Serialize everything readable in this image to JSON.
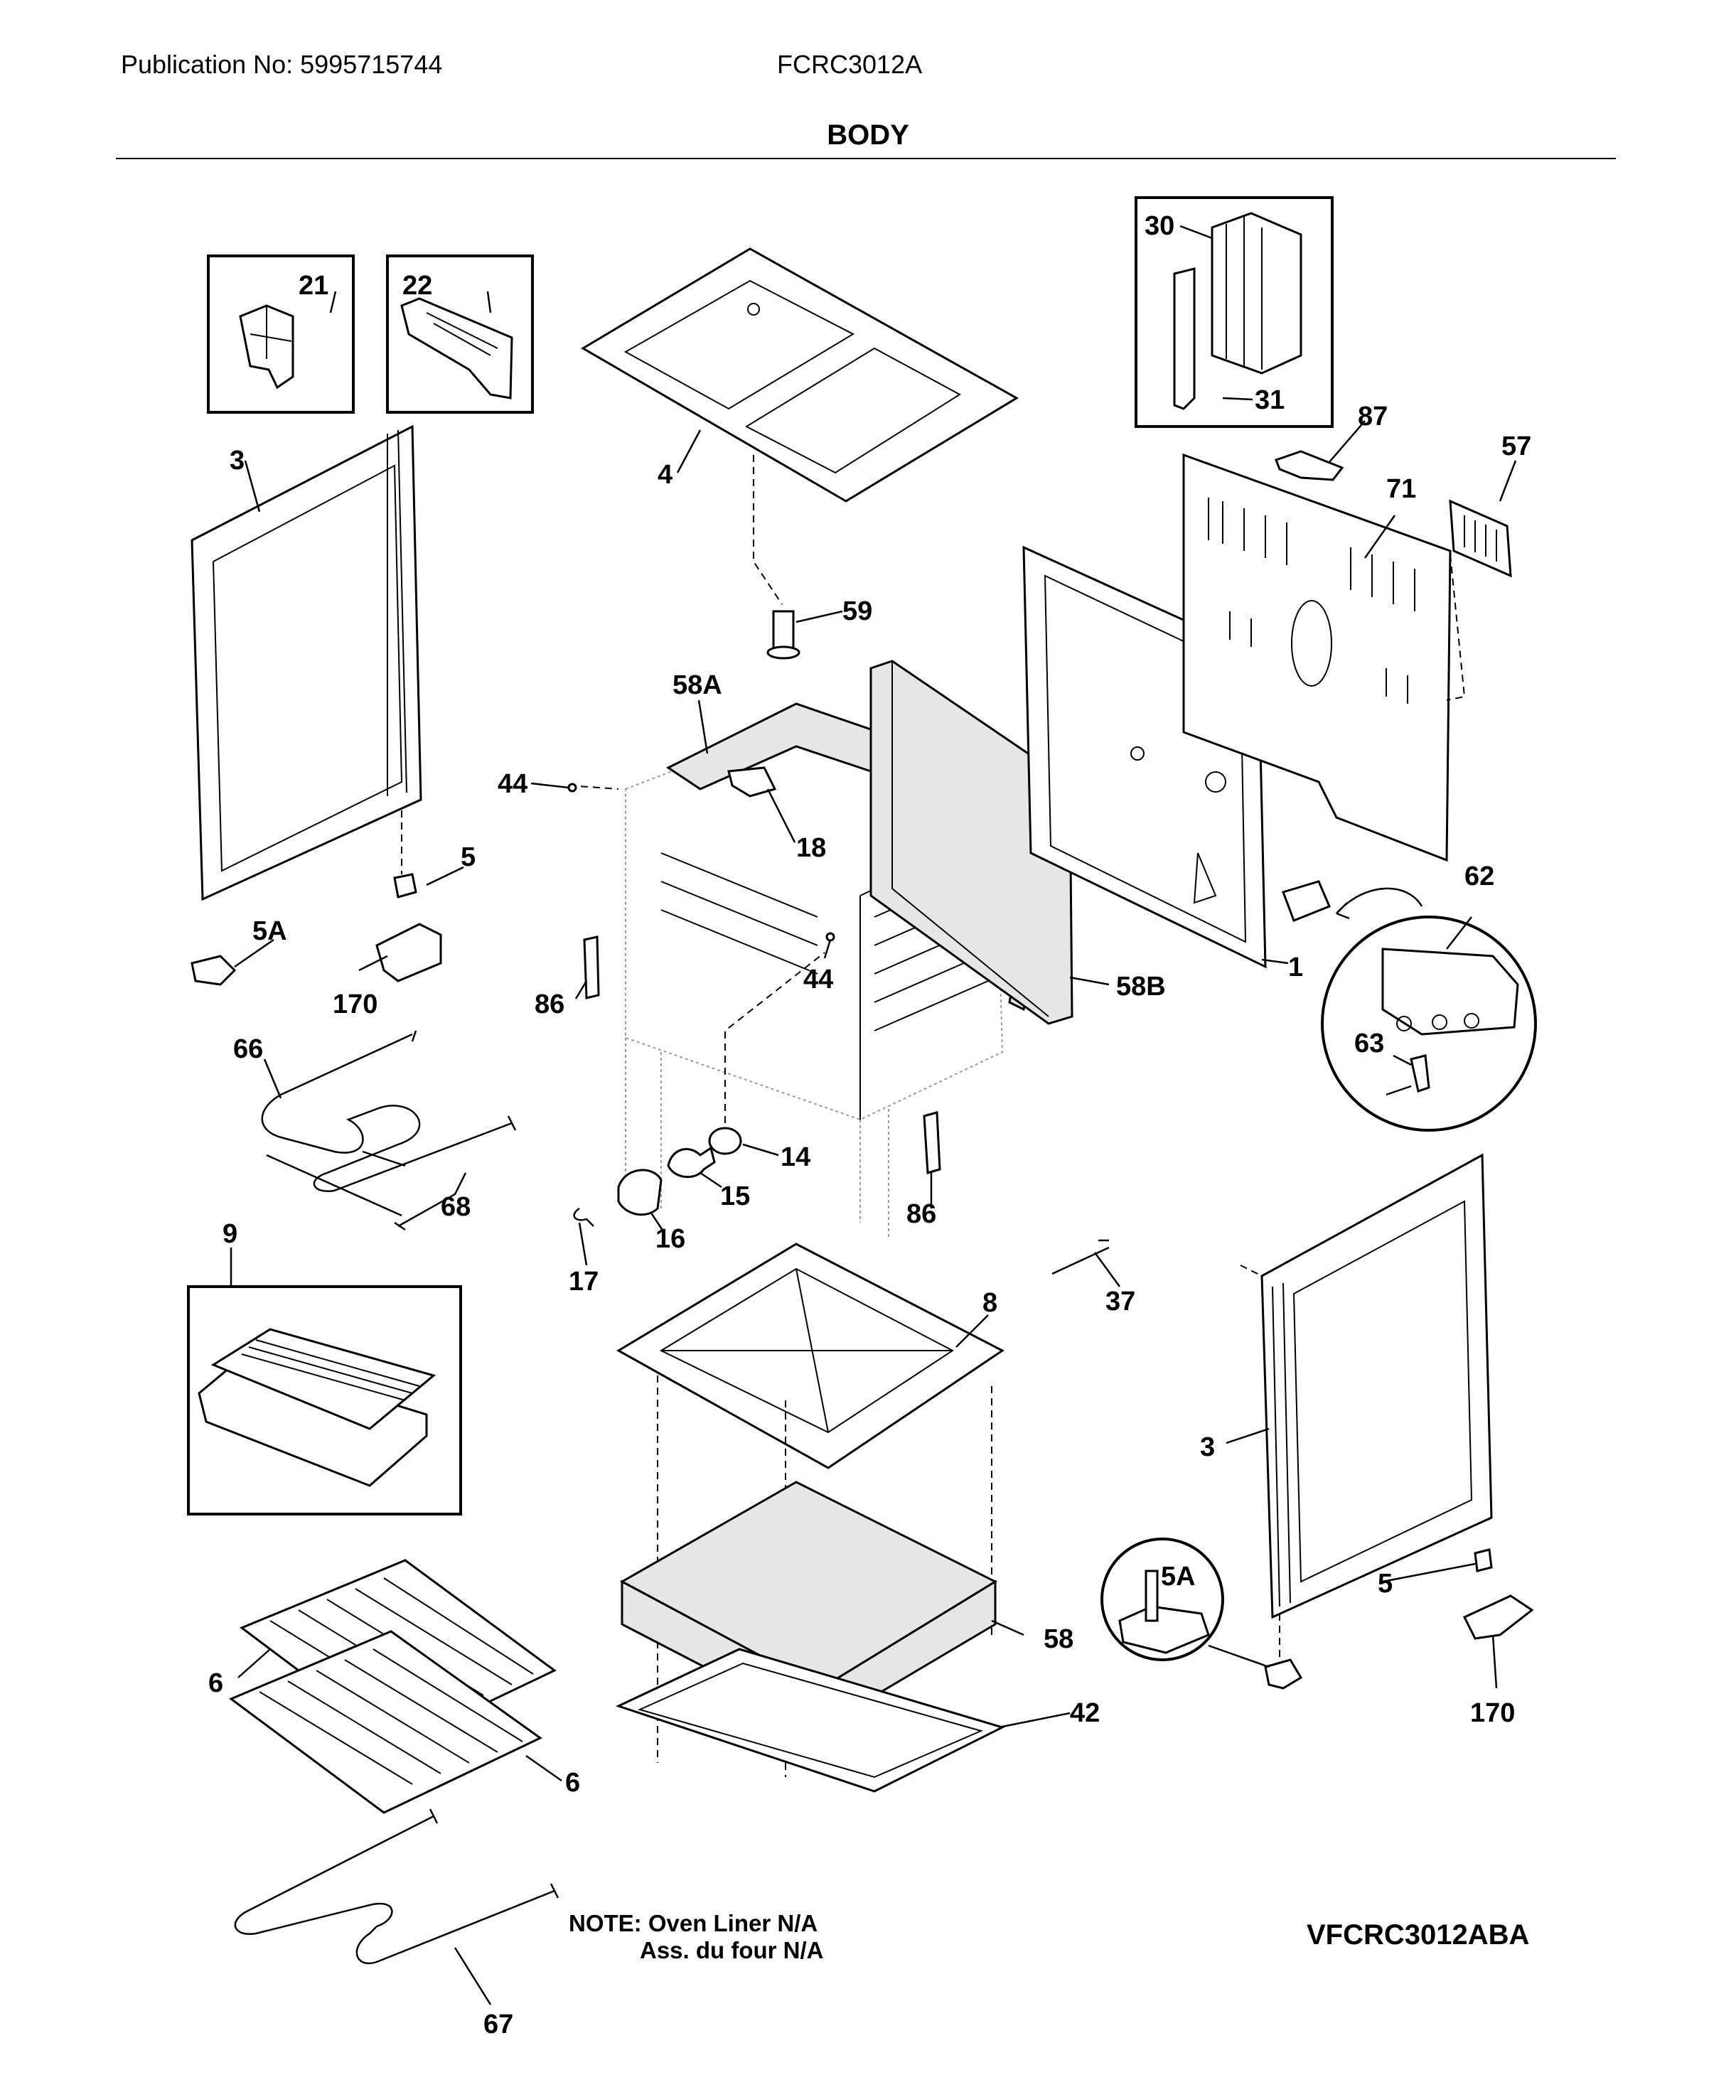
{
  "header": {
    "publication": "Publication No: 5995715744",
    "model": "FCRC3012A",
    "section": "BODY"
  },
  "labels": {
    "p21": "21",
    "p22": "22",
    "p30": "30",
    "p31": "31",
    "p87": "87",
    "p57": "57",
    "p71": "71",
    "p3a": "3",
    "p4": "4",
    "p59": "59",
    "p58a": "58A",
    "p44a": "44",
    "p18": "18",
    "p5a": "5",
    "p5Aa": "5A",
    "p170a": "170",
    "p44b": "44",
    "p86a": "86",
    "p58b": "58B",
    "p1": "1",
    "p62": "62",
    "p63": "63",
    "p66": "66",
    "p14": "14",
    "p15": "15",
    "p68": "68",
    "p16": "16",
    "p86b": "86",
    "p9": "9",
    "p17": "17",
    "p8": "8",
    "p37": "37",
    "p3b": "3",
    "p5Ab": "5A",
    "p5b": "5",
    "p58": "58",
    "p6a": "6",
    "p42": "42",
    "p170b": "170",
    "p6b": "6",
    "p67": "67"
  },
  "note": {
    "line1": "NOTE: Oven Liner N/A",
    "line2": "Ass. du four N/A"
  },
  "diagram_code": "VFCRC3012ABA"
}
